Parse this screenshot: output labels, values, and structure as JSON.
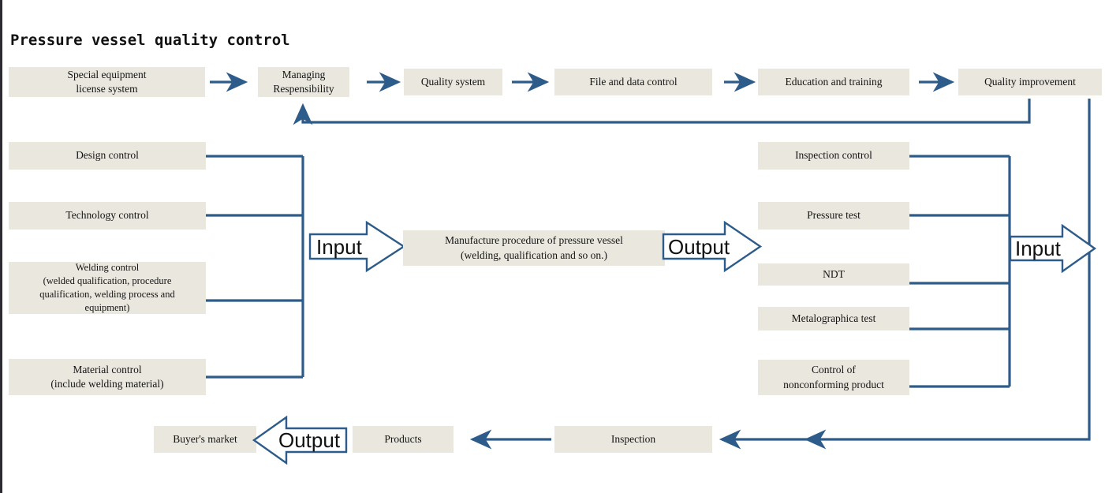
{
  "page": {
    "title": "Pressure vessel quality control",
    "accent_color": "#2E5C8A",
    "box_fill": "#EAE7DE",
    "background": "#FFFFFF"
  },
  "top_row": {
    "boxes": [
      {
        "label": "Special equipment\nlicense system"
      },
      {
        "label": "Managing\nRespensibility"
      },
      {
        "label": "Quality system"
      },
      {
        "label": "File and data control"
      },
      {
        "label": "Education and training"
      },
      {
        "label": "Quality improvement"
      }
    ]
  },
  "left_column": {
    "boxes": [
      {
        "label": "Design control"
      },
      {
        "label": "Technology control"
      },
      {
        "label": "Welding control\n(welded qualification, procedure\nqualification, welding process and\nequipment)"
      },
      {
        "label": "Material control\n(include welding material)"
      }
    ]
  },
  "center": {
    "input_label": "Input",
    "process_label": "Manufacture procedure of pressure vessel\n(welding, qualification and so on.)",
    "output_label": "Output"
  },
  "right_column": {
    "boxes": [
      {
        "label": "Inspection control"
      },
      {
        "label": "Pressure test"
      },
      {
        "label": "NDT"
      },
      {
        "label": "Metalographica test"
      },
      {
        "label": "Control of\nnonconforming product"
      }
    ],
    "input_label": "Input"
  },
  "bottom_row": {
    "output_label": "Output",
    "boxes": [
      {
        "label": "Buyer's market"
      },
      {
        "label": "Products"
      },
      {
        "label": "Inspection"
      }
    ]
  }
}
